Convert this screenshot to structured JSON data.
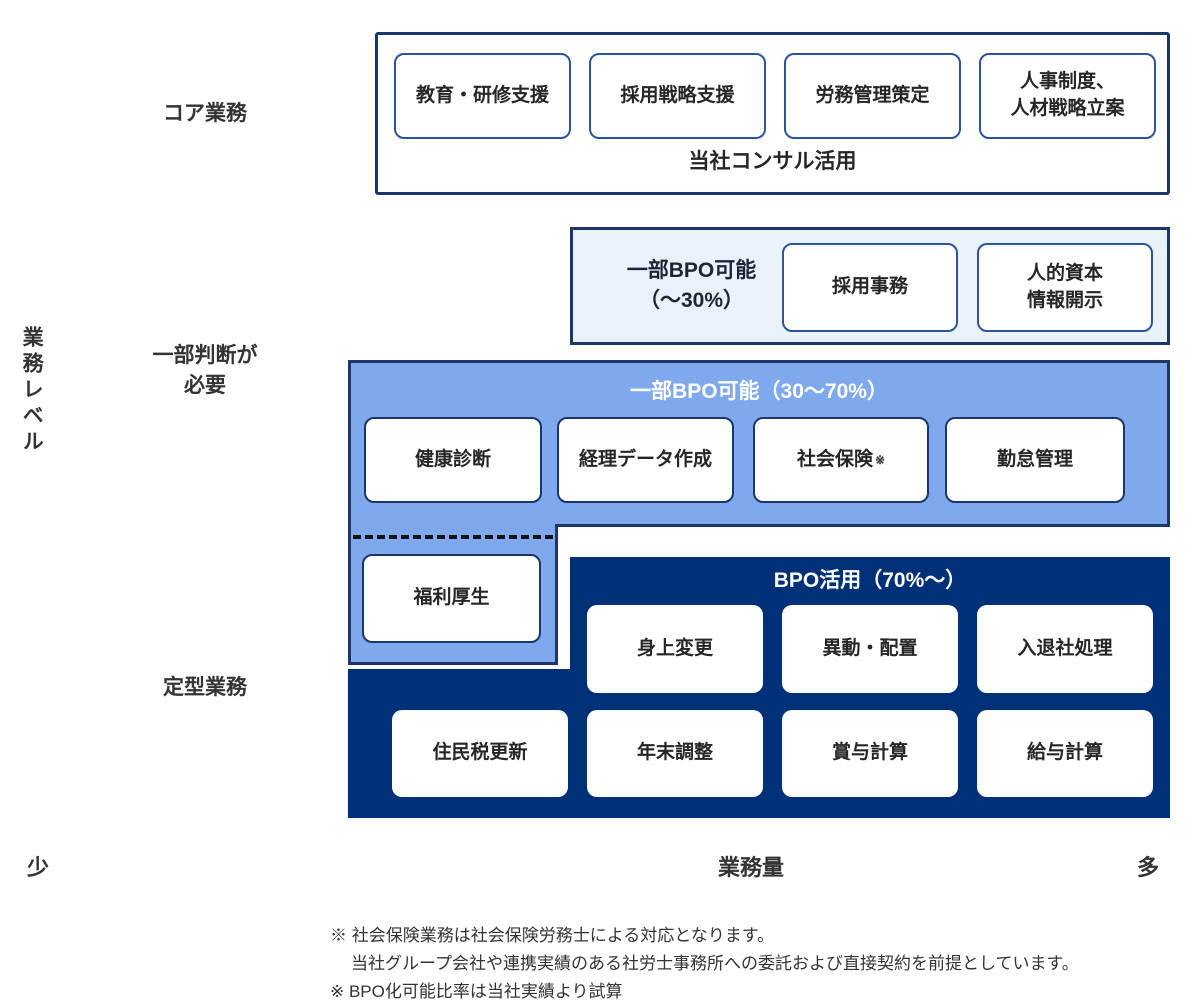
{
  "colors": {
    "navy": "#003178",
    "cornflower_blue": "#7FA9EC",
    "pale_blue": "#E9F1FB",
    "section_border": "#1B3668",
    "item_border": "#2A549E",
    "text_dark": "#262626",
    "label_gray": "#333333"
  },
  "axis": {
    "y_label": "業務レベル",
    "x_label": "業務量",
    "x_min": "少",
    "x_max": "多",
    "row_core": "コア業務",
    "row_partial_judgment": "一部判断が\n必要",
    "row_routine": "定型業務"
  },
  "consult": {
    "items": [
      "教育・研修支援",
      "採用戦略支援",
      "労務管理策定",
      "人事制度、\n人材戦略立案"
    ],
    "caption": "当社コンサル活用"
  },
  "bpo30": {
    "title": "一部BPO可能\n（～30%）",
    "items": [
      "採用事務",
      "人的資本\n情報開示"
    ]
  },
  "bpo3070": {
    "title": "一部BPO可能（30～70%）",
    "items": [
      "健康診断",
      "経理データ作成",
      "社会保険",
      "勤怠管理"
    ],
    "note_mark": "※",
    "extra_item": "福利厚生"
  },
  "bpo70": {
    "title": "BPO活用（70%～）",
    "row1": [
      "身上変更",
      "異動・配置",
      "入退社処理"
    ],
    "row2": [
      "住民税更新",
      "年末調整",
      "賞与計算",
      "給与計算"
    ]
  },
  "footnotes": [
    "※ 社会保険業務は社会保険労務士による対応となります。",
    "当社グループ会社や連携実績のある社労士事務所への委託および直接契約を前提としています。",
    "※ BPO化可能比率は当社実績より試算"
  ]
}
